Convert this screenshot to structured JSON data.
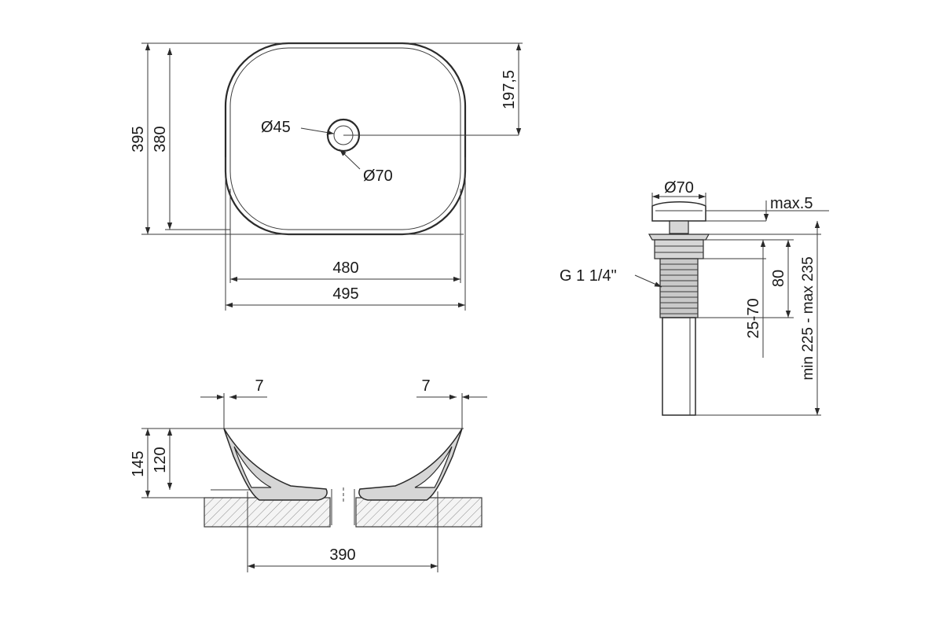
{
  "top_view": {
    "dim_total_length": "495",
    "dim_inner_length": "480",
    "dim_total_width": "395",
    "dim_inner_width": "380",
    "dim_drain_offset": "197,5",
    "dim_drain_hole": "Ø45",
    "dim_drain_ring": "Ø70"
  },
  "side_view": {
    "dim_rim_left": "7",
    "dim_rim_right": "7",
    "dim_total_height": "145",
    "dim_bowl_height": "120",
    "dim_base_width": "390"
  },
  "drain_view": {
    "dim_cap_diameter": "Ø70",
    "dim_cap_gap": "max.5",
    "dim_thread": "G 1 1/4\"",
    "dim_body_length": "80",
    "dim_countertop_range": "25-70",
    "dim_total_range": "min 225 - max 235"
  },
  "colors": {
    "line": "#3a3a3a",
    "background": "#ffffff"
  }
}
